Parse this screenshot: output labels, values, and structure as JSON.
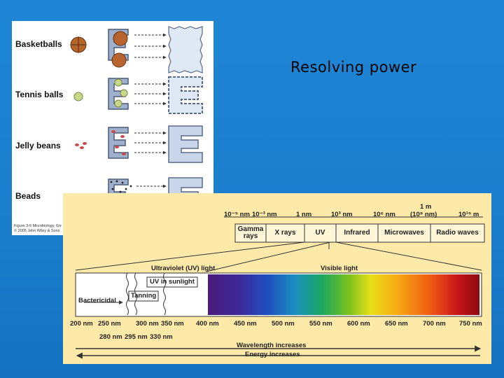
{
  "slide": {
    "title": "Resolving power"
  },
  "left_figure": {
    "rows": [
      {
        "label": "Basketballs"
      },
      {
        "label": "Tennis balls"
      },
      {
        "label": "Jelly beans"
      },
      {
        "label": "Beads"
      }
    ],
    "credit_line1": "Figure 3-6 Microbiology, 6/e",
    "credit_line2": "© 2005 John Wiley & Sons"
  },
  "spectrum_figure": {
    "scale_top": {
      "ticks": [
        "10⁻⁵ nm",
        "10⁻³ nm",
        "1 nm",
        "10³ nm",
        "10⁶ nm",
        "1 m",
        "(10⁹ nm)",
        "10¹⁵ m"
      ]
    },
    "bands": [
      {
        "name": "Gamma rays"
      },
      {
        "name": "X rays"
      },
      {
        "name": "UV"
      },
      {
        "name": "Infrared"
      },
      {
        "name": "Microwaves"
      },
      {
        "name": "Radio waves"
      }
    ],
    "ultraviolet_label": "Ultraviolet (UV) light",
    "visible_label": "Visible light",
    "uv_sunlight_label": "UV in sunlight",
    "tanning_label": "Tanning",
    "bactericidal_label": "Bactericidal",
    "nm_ticks": [
      "200 nm",
      "250 nm",
      "300 nm",
      "350 nm",
      "400 nm",
      "450 nm",
      "500 nm",
      "550 nm",
      "600 nm",
      "650 nm",
      "700 nm",
      "750 nm"
    ],
    "nm_sub_ticks": [
      "280 nm",
      "295 nm",
      "330 nm"
    ],
    "wavelength_label": "Wavelength increases",
    "energy_label": "Energy increases"
  }
}
